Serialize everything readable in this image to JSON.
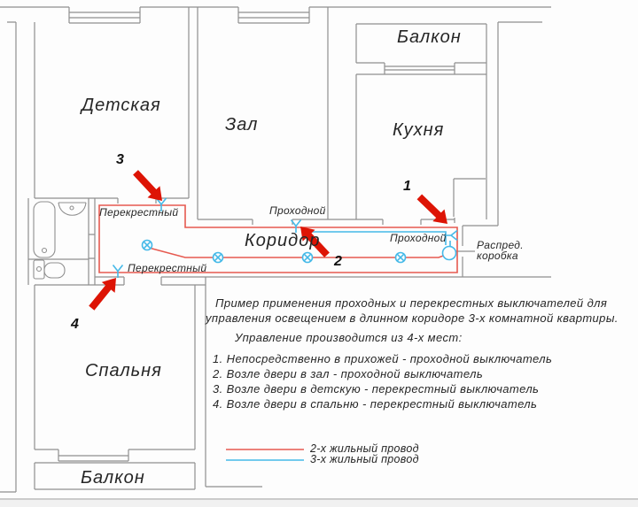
{
  "rooms": {
    "children_room": "Детская",
    "hall": "Зал",
    "balcony_top": "Балкон",
    "kitchen": "Кухня",
    "corridor": "Коридор",
    "bedroom": "Спальня",
    "balcony_bottom": "Балкон"
  },
  "switch_labels": {
    "cross_top": "Перекрестный",
    "pass_mid": "Проходной",
    "pass_right": "Проходной",
    "cross_bottom": "Перекрестный"
  },
  "junction_box": {
    "line1": "Распред.",
    "line2": "коробка"
  },
  "markers": {
    "m1": "1",
    "m2": "2",
    "m3": "3",
    "m4": "4"
  },
  "description": {
    "line1": "Пример применения проходных и перекрестных выключателей для",
    "line2": "управления освещением в длинном коридоре 3-х комнатной квартиры.",
    "subtitle": "Управление производится из 4-х мест:",
    "items": [
      "1. Непосредственно в прихожей - проходной выключатель",
      "2. Возле двери в зал - проходной выключатель",
      "3. Возле двери в детскую - перекрестный выключатель",
      "4. Возле двери в спальню - перекрестный выключатель"
    ]
  },
  "legend": {
    "two_core": "2-х жильный провод",
    "three_core": "3-х жильный провод"
  },
  "colors": {
    "wire_red": "#e65a50",
    "wire_blue": "#45b9e8",
    "arrow_red": "#dd1405",
    "wall_gray": "#8f8f8f",
    "text": "#262626"
  }
}
